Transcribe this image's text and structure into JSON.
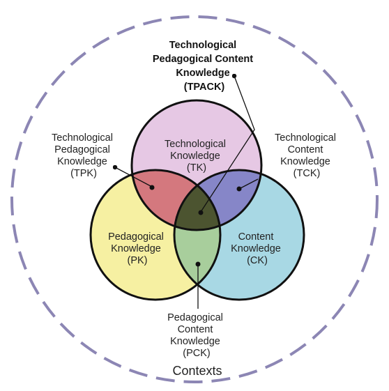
{
  "diagram": {
    "tpack": {
      "lines": [
        "Technological",
        "Pedagogical Content",
        "Knowledge",
        "(TPACK)"
      ]
    },
    "tk": {
      "lines": [
        "Technological",
        "Knowledge",
        "(TK)"
      ]
    },
    "pk": {
      "lines": [
        "Pedagogical",
        "Knowledge",
        "(PK)"
      ]
    },
    "ck": {
      "lines": [
        "Content",
        "Knowledge",
        "(CK)"
      ]
    },
    "tpk": {
      "lines": [
        "Technological",
        "Pedagogical",
        "Knowledge",
        "(TPK)"
      ]
    },
    "tck": {
      "lines": [
        "Technological",
        "Content",
        "Knowledge",
        "(TCK)"
      ]
    },
    "pck": {
      "lines": [
        "Pedagogical",
        "Content",
        "Knowledge",
        "(PCK)"
      ]
    },
    "contexts": "Contexts"
  },
  "colors": {
    "tk_fill": "#e6c8e4",
    "pk_fill": "#f6f0a2",
    "ck_fill": "#a8d8e4",
    "tpk_fill": "#d4787e",
    "tck_fill": "#8686c8",
    "pck_fill": "#a8ce9c",
    "tpack_fill": "#4c5430",
    "context_dash": "#8c86b4"
  }
}
